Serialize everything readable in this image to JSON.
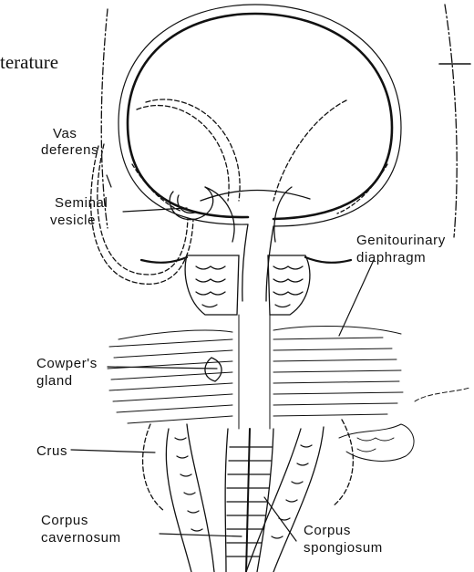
{
  "header": {
    "fragment": "terature"
  },
  "labels": {
    "vas_deferens_1": "Vas",
    "vas_deferens_2": "deferens",
    "seminal_vesicle_1": "Seminal",
    "seminal_vesicle_2": "vesicle",
    "genitourinary_1": "Genitourinary",
    "genitourinary_2": "diaphragm",
    "cowpers_1": "Cowper's",
    "cowpers_2": "gland",
    "crus": "Crus",
    "corpus_cav_1": "Corpus",
    "corpus_cav_2": "cavernosum",
    "corpus_spong_1": "Corpus",
    "corpus_spong_2": "spongiosum"
  },
  "colors": {
    "ink": "#111111",
    "background": "#ffffff"
  }
}
